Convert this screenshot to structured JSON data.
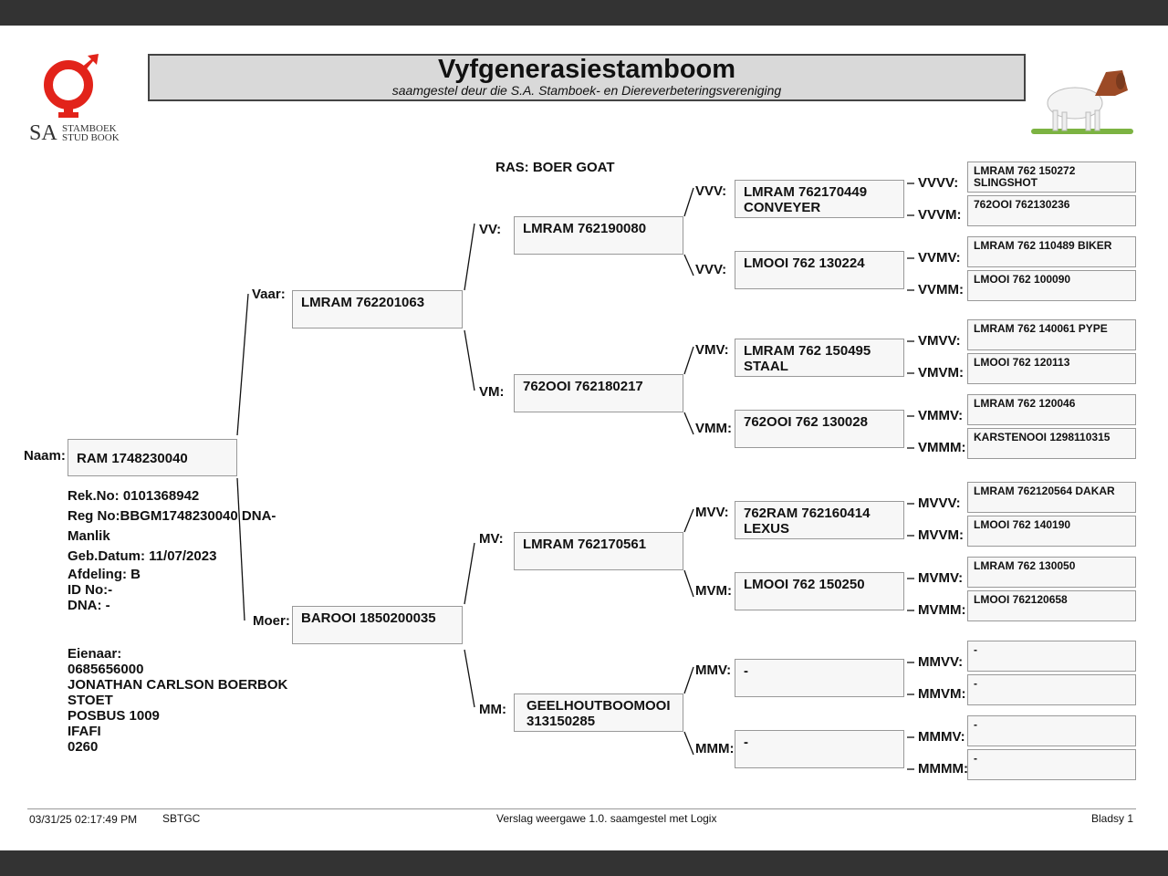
{
  "header": {
    "title": "Vyfgenerasiestamboom",
    "subtitle": "saamgestel deur die S.A. Stamboek- en Diereverbeteringsvereniging",
    "logo_text": "SA STAMBOEK STUD BOOK",
    "logo_color": "#e2231a"
  },
  "ras": "RAS: BOER GOAT",
  "animal": {
    "label": "Naam:",
    "name": "RAM 1748230040",
    "details": [
      "Rek.No: 0101368942",
      "Reg No:BBGM1748230040 DNA-",
      "Manlik",
      "Geb.Datum: 11/07/2023"
    ],
    "details2": [
      "Afdeling: B",
      "ID No:-",
      "DNA: -"
    ],
    "owner": [
      "Eienaar:",
      "0685656000",
      "JONATHAN CARLSON BOERBOK",
      "STOET",
      "POSBUS 1009",
      "IFAFI",
      "0260"
    ]
  },
  "gen2": [
    {
      "label": "Vaar:",
      "name": "LMRAM 762201063"
    },
    {
      "label": "Moer:",
      "name": "BAROOI 1850200035"
    }
  ],
  "gen3": [
    {
      "label": "VV:",
      "name": "LMRAM 762190080"
    },
    {
      "label": "VM:",
      "name": "762OOI 762180217"
    },
    {
      "label": "MV:",
      "name": "LMRAM 762170561"
    },
    {
      "label": "MM:",
      "name": "GEELHOUTBOOMOOI\n313150285"
    }
  ],
  "gen4": [
    {
      "label": "VVV:",
      "name": "LMRAM 762170449\nCONVEYER"
    },
    {
      "label": "VVV:",
      "name": "LMOOI 762 130224"
    },
    {
      "label": "VMV:",
      "name": "LMRAM 762 150495\nSTAAL"
    },
    {
      "label": "VMM:",
      "name": "762OOI 762 130028"
    },
    {
      "label": "MVV:",
      "name": "762RAM 762160414\nLEXUS"
    },
    {
      "label": "MVM:",
      "name": "LMOOI 762 150250"
    },
    {
      "label": "MMV:",
      "name": "-"
    },
    {
      "label": "MMM:",
      "name": "-"
    }
  ],
  "gen5": [
    {
      "label": "VVVV:",
      "name": "LMRAM 762 150272\nSLINGSHOT"
    },
    {
      "label": "VVVM:",
      "name": "762OOI 762130236"
    },
    {
      "label": "VVMV:",
      "name": "LMRAM 762 110489 BIKER"
    },
    {
      "label": "VVMM:",
      "name": "LMOOI 762 100090"
    },
    {
      "label": "VMVV:",
      "name": "LMRAM 762 140061 PYPE"
    },
    {
      "label": "VMVM:",
      "name": "LMOOI 762 120113"
    },
    {
      "label": "VMMV:",
      "name": "LMRAM 762 120046"
    },
    {
      "label": "VMMM:",
      "name": "KARSTENOOI 1298110315"
    },
    {
      "label": "MVVV:",
      "name": "LMRAM 762120564  DAKAR"
    },
    {
      "label": "MVVM:",
      "name": "LMOOI 762 140190"
    },
    {
      "label": "MVMV:",
      "name": "LMRAM 762 130050"
    },
    {
      "label": "MVMM:",
      "name": "LMOOI 762120658"
    },
    {
      "label": "MMVV:",
      "name": "-"
    },
    {
      "label": "MMVM:",
      "name": "-"
    },
    {
      "label": "MMMV:",
      "name": "-"
    },
    {
      "label": "MMMM:",
      "name": "-"
    }
  ],
  "footer": {
    "datetime": "03/31/25 02:17:49 PM",
    "code": "SBTGC",
    "version": "Verslag weergawe 1.0. saamgestel met Logix",
    "page": "Bladsy 1"
  }
}
